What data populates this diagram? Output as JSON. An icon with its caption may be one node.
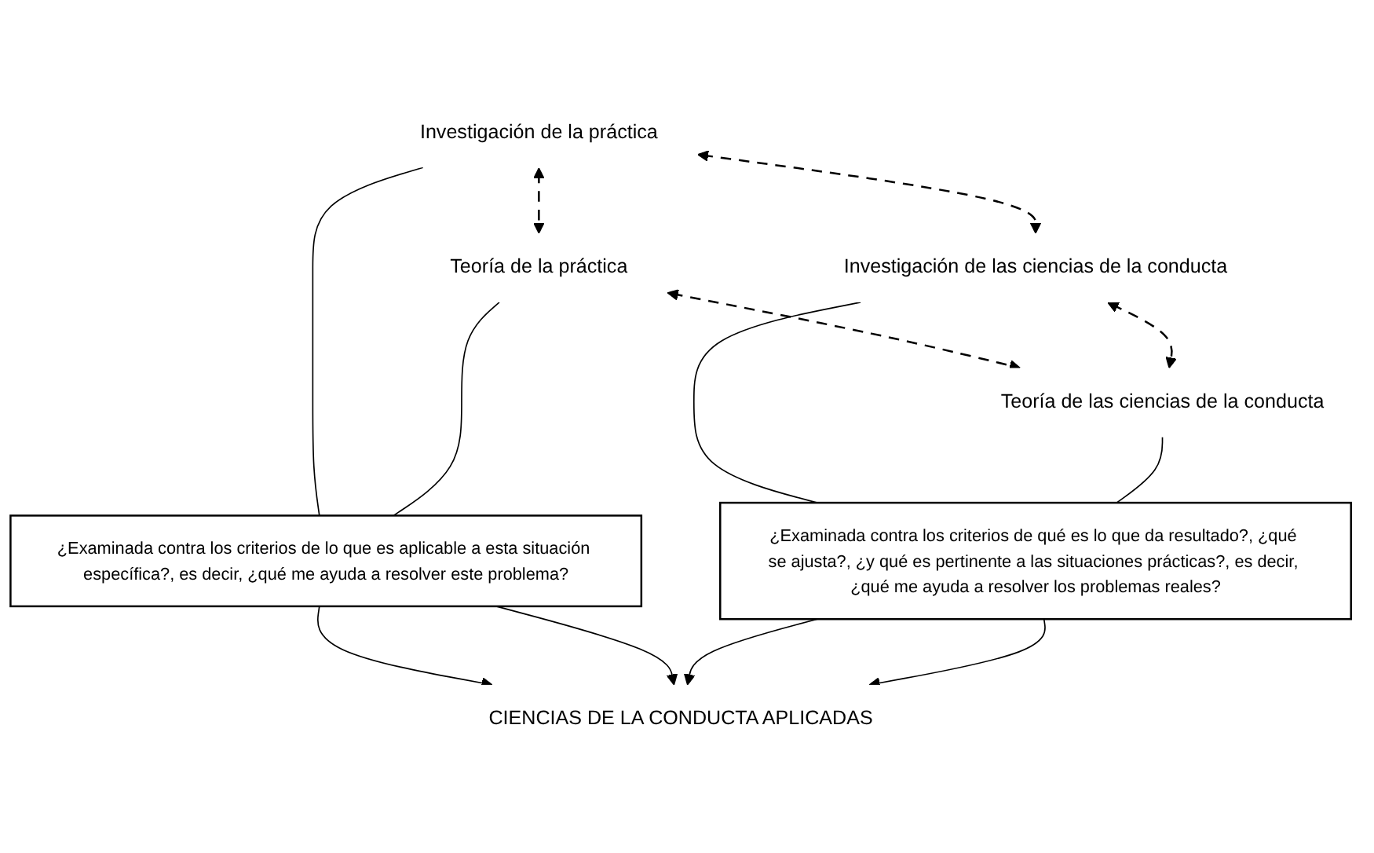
{
  "diagram": {
    "nodes": [
      {
        "text": [
          "Investigación de la práctica"
        ]
      },
      {
        "text": [
          "Teoría de la práctica"
        ]
      },
      {
        "text": [
          "¿Examinada contra los criterios de lo que es aplicable a esta situación específica?, es decir, ¿qué me ayuda a resolver este problema?"
        ]
      },
      {
        "text": [
          "CIENCIAS DE LA CONDUCTA APLICADAS"
        ]
      },
      {
        "text": [
          "¿Examinada contra los criterios de qué es lo que da resultado?, ¿qué se ajusta?, ¿y qué es pertinente a las situaciones prácticas?, es decir, ¿qué me ayuda a resolver los problemas reales?"
        ]
      },
      {
        "text": [
          "Investigación de las ciencias de la conducta"
        ]
      },
      {
        "text": [
          "Teoría de las ciencias de la conducta"
        ]
      }
    ],
    "edges": [
      {
        "from": 0,
        "to": 1,
        "arrow": "both",
        "style": "dashed"
      },
      {
        "from": 0,
        "to": 5,
        "arrow": "both",
        "style": "dashed"
      },
      {
        "from": 1,
        "to": 6,
        "arrow": "both",
        "style": "dashed"
      },
      {
        "from": 5,
        "to": 6,
        "arrow": "both",
        "style": "dashed"
      },
      {
        "from": 0,
        "to": 2,
        "arrow": "none"
      },
      {
        "from": 1,
        "to": 2,
        "arrow": "none"
      },
      {
        "from": 2,
        "to": 3,
        "arrow": "to"
      },
      {
        "from": 2,
        "to": 3,
        "arrow": "to"
      },
      {
        "from": 4,
        "to": 3,
        "arrow": "to"
      },
      {
        "from": 4,
        "to": 3,
        "arrow": "to"
      },
      {
        "from": 5,
        "to": 4,
        "arrow": "none"
      },
      {
        "from": 6,
        "to": 4,
        "arrow": "none"
      }
    ]
  }
}
